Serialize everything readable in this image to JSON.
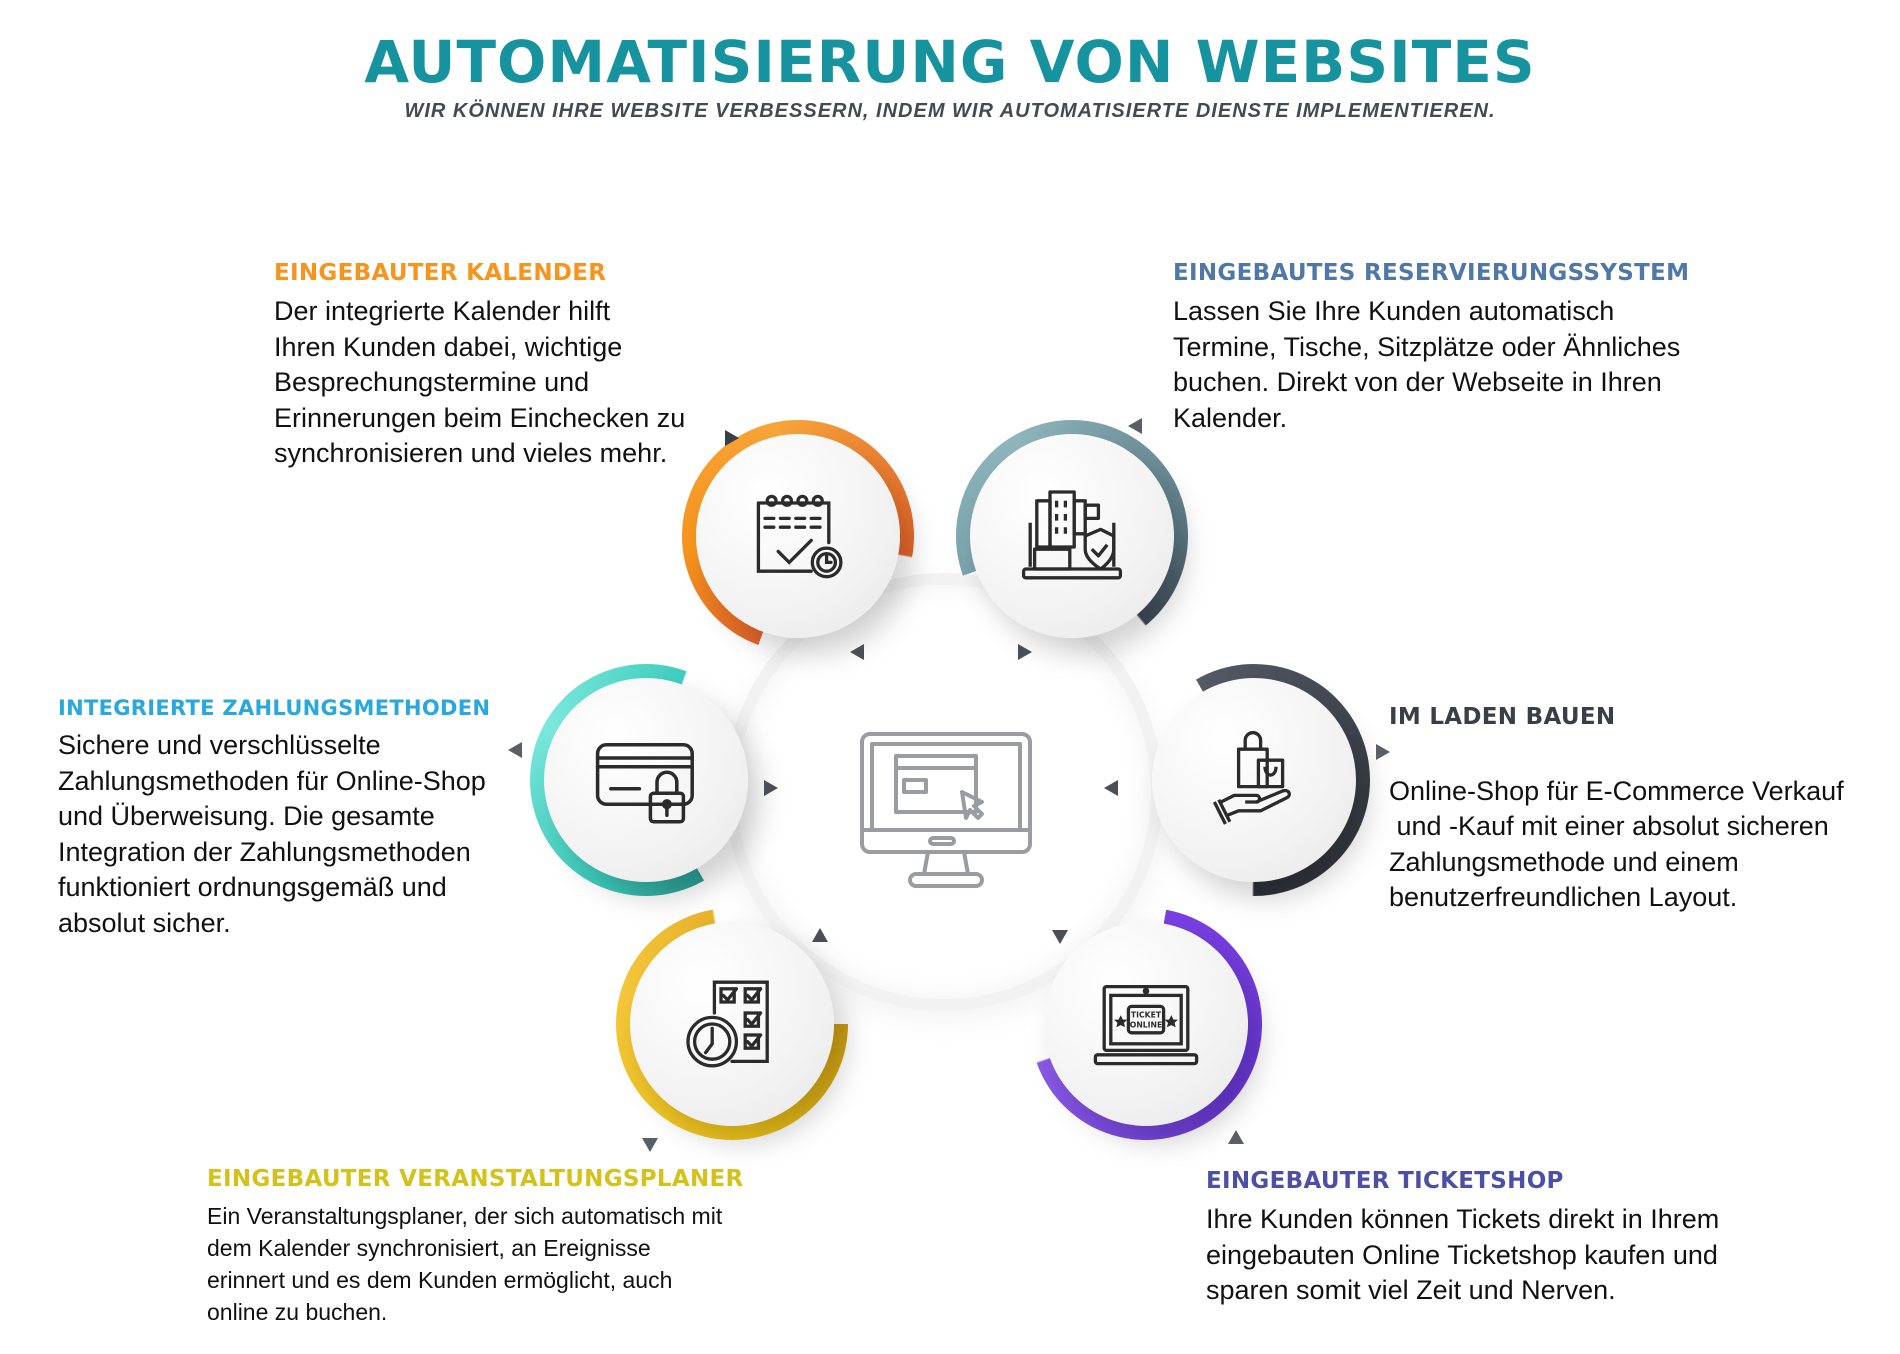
{
  "header": {
    "title": "AUTOMATISIERUNG VON WEBSITES",
    "subtitle": "WIR KÖNNEN IHRE WEBSITE VERBESSERN, INDEM WIR AUTOMATISIERTE DIENSTE IMPLEMENTIEREN."
  },
  "colors": {
    "title": "#16939e",
    "kalender": "#f7941d",
    "reservierung": "#4f77a8",
    "zahlung": "#29a8e0",
    "laden": "#3a3f47",
    "planer": "#d4c21a",
    "ticket": "#4b4fa8"
  },
  "center": {
    "icon": "monitor-click-icon"
  },
  "features": [
    {
      "id": "kalender",
      "heading": "EINGEBAUTER KALENDER",
      "lines": [
        "Der integrierte Kalender hilft",
        "Ihren Kunden dabei, wichtige",
        "Besprechungstermine und",
        "Erinnerungen beim Einchecken zu",
        "synchronisieren und vieles mehr."
      ],
      "icon": "calendar-check-clock-icon"
    },
    {
      "id": "reservierung",
      "heading": "EINGEBAUTES RESERVIERUNGSSYSTEM",
      "lines": [
        "Lassen Sie Ihre Kunden automatisch",
        "Termine, Tische, Sitzplätze oder Ähnliches",
        "buchen. Direkt von der Webseite in Ihren",
        "Kalender."
      ],
      "icon": "building-shield-laptop-icon"
    },
    {
      "id": "zahlung",
      "heading": "INTEGRIERTE ZAHLUNGSMETHODEN",
      "lines": [
        "Sichere und verschlüsselte",
        "Zahlungsmethoden für Online-Shop",
        "und Überweisung. Die gesamte",
        "Integration der Zahlungsmethoden",
        "funktioniert ordnungsgemäß und",
        "absolut sicher."
      ],
      "icon": "credit-card-lock-icon"
    },
    {
      "id": "laden",
      "heading": "IM LADEN BAUEN",
      "lines": [
        "Online-Shop für E-Commerce Verkauf",
        " und -Kauf mit einer absolut sicheren",
        "Zahlungsmethode und einem",
        "benutzerfreundlichen Layout."
      ],
      "icon": "shopping-bags-hand-icon"
    },
    {
      "id": "planer",
      "heading": "EINGEBAUTER VERANSTALTUNGSPLANER",
      "lines": [
        "Ein Veranstaltungsplaner, der sich automatisch mit",
        "dem Kalender synchronisiert, an Ereignisse",
        "erinnert und es dem Kunden ermöglicht, auch",
        "online zu buchen."
      ],
      "icon": "checklist-clock-icon"
    },
    {
      "id": "ticket",
      "heading": "EINGEBAUTER TICKETSHOP",
      "lines": [
        "Ihre Kunden können Tickets direkt in Ihrem",
        "eingebauten Online Ticketshop kaufen und",
        "sparen somit viel Zeit und Nerven."
      ],
      "icon": "laptop-ticket-online-icon",
      "icon_text": [
        "TICKET",
        "ONLINE"
      ]
    }
  ]
}
